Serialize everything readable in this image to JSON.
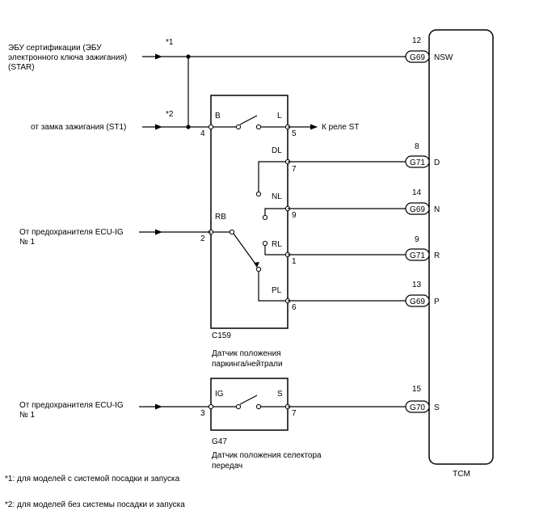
{
  "labels": {
    "src1": [
      "ЭБУ сертификации (ЭБУ",
      "электронного ключа зажигания)",
      "(STAR)"
    ],
    "src2": "от замка зажигания (ST1)",
    "src3": [
      "От предохранителя ECU-IG",
      "№ 1"
    ],
    "src4": [
      "От предохранителя ECU-IG",
      "№ 1"
    ],
    "mark1": "*1",
    "mark2": "*2",
    "to_st_relay": "К реле ST"
  },
  "nps": {
    "code": "C159",
    "name": [
      "Датчик положения",
      "паркинга/нейтрали"
    ],
    "contacts": {
      "B": "B",
      "L": "L",
      "RB": "RB",
      "DL": "DL",
      "NL": "NL",
      "RL": "RL",
      "PL": "PL"
    },
    "pins": {
      "p4": "4",
      "p5": "5",
      "p7": "7",
      "p9": "9",
      "p2": "2",
      "p1": "1",
      "p6": "6"
    }
  },
  "selector": {
    "code": "G47",
    "name": [
      "Датчик положения селектора",
      "передач"
    ],
    "contacts": {
      "IG": "IG",
      "S": "S"
    },
    "pins": {
      "p3": "3",
      "p7": "7"
    }
  },
  "tcm": {
    "label": "TCM",
    "connectors": [
      {
        "conn": "G69",
        "pin": "12",
        "signal": "NSW"
      },
      {
        "conn": "G71",
        "pin": "8",
        "signal": "D"
      },
      {
        "conn": "G69",
        "pin": "14",
        "signal": "N"
      },
      {
        "conn": "G71",
        "pin": "9",
        "signal": "R"
      },
      {
        "conn": "G69",
        "pin": "13",
        "signal": "P"
      },
      {
        "conn": "G70",
        "pin": "15",
        "signal": "S"
      }
    ]
  },
  "footnotes": [
    "*1: для моделей с системой посадки и запуска",
    "*2: для моделей без системы посадки и запуска"
  ]
}
